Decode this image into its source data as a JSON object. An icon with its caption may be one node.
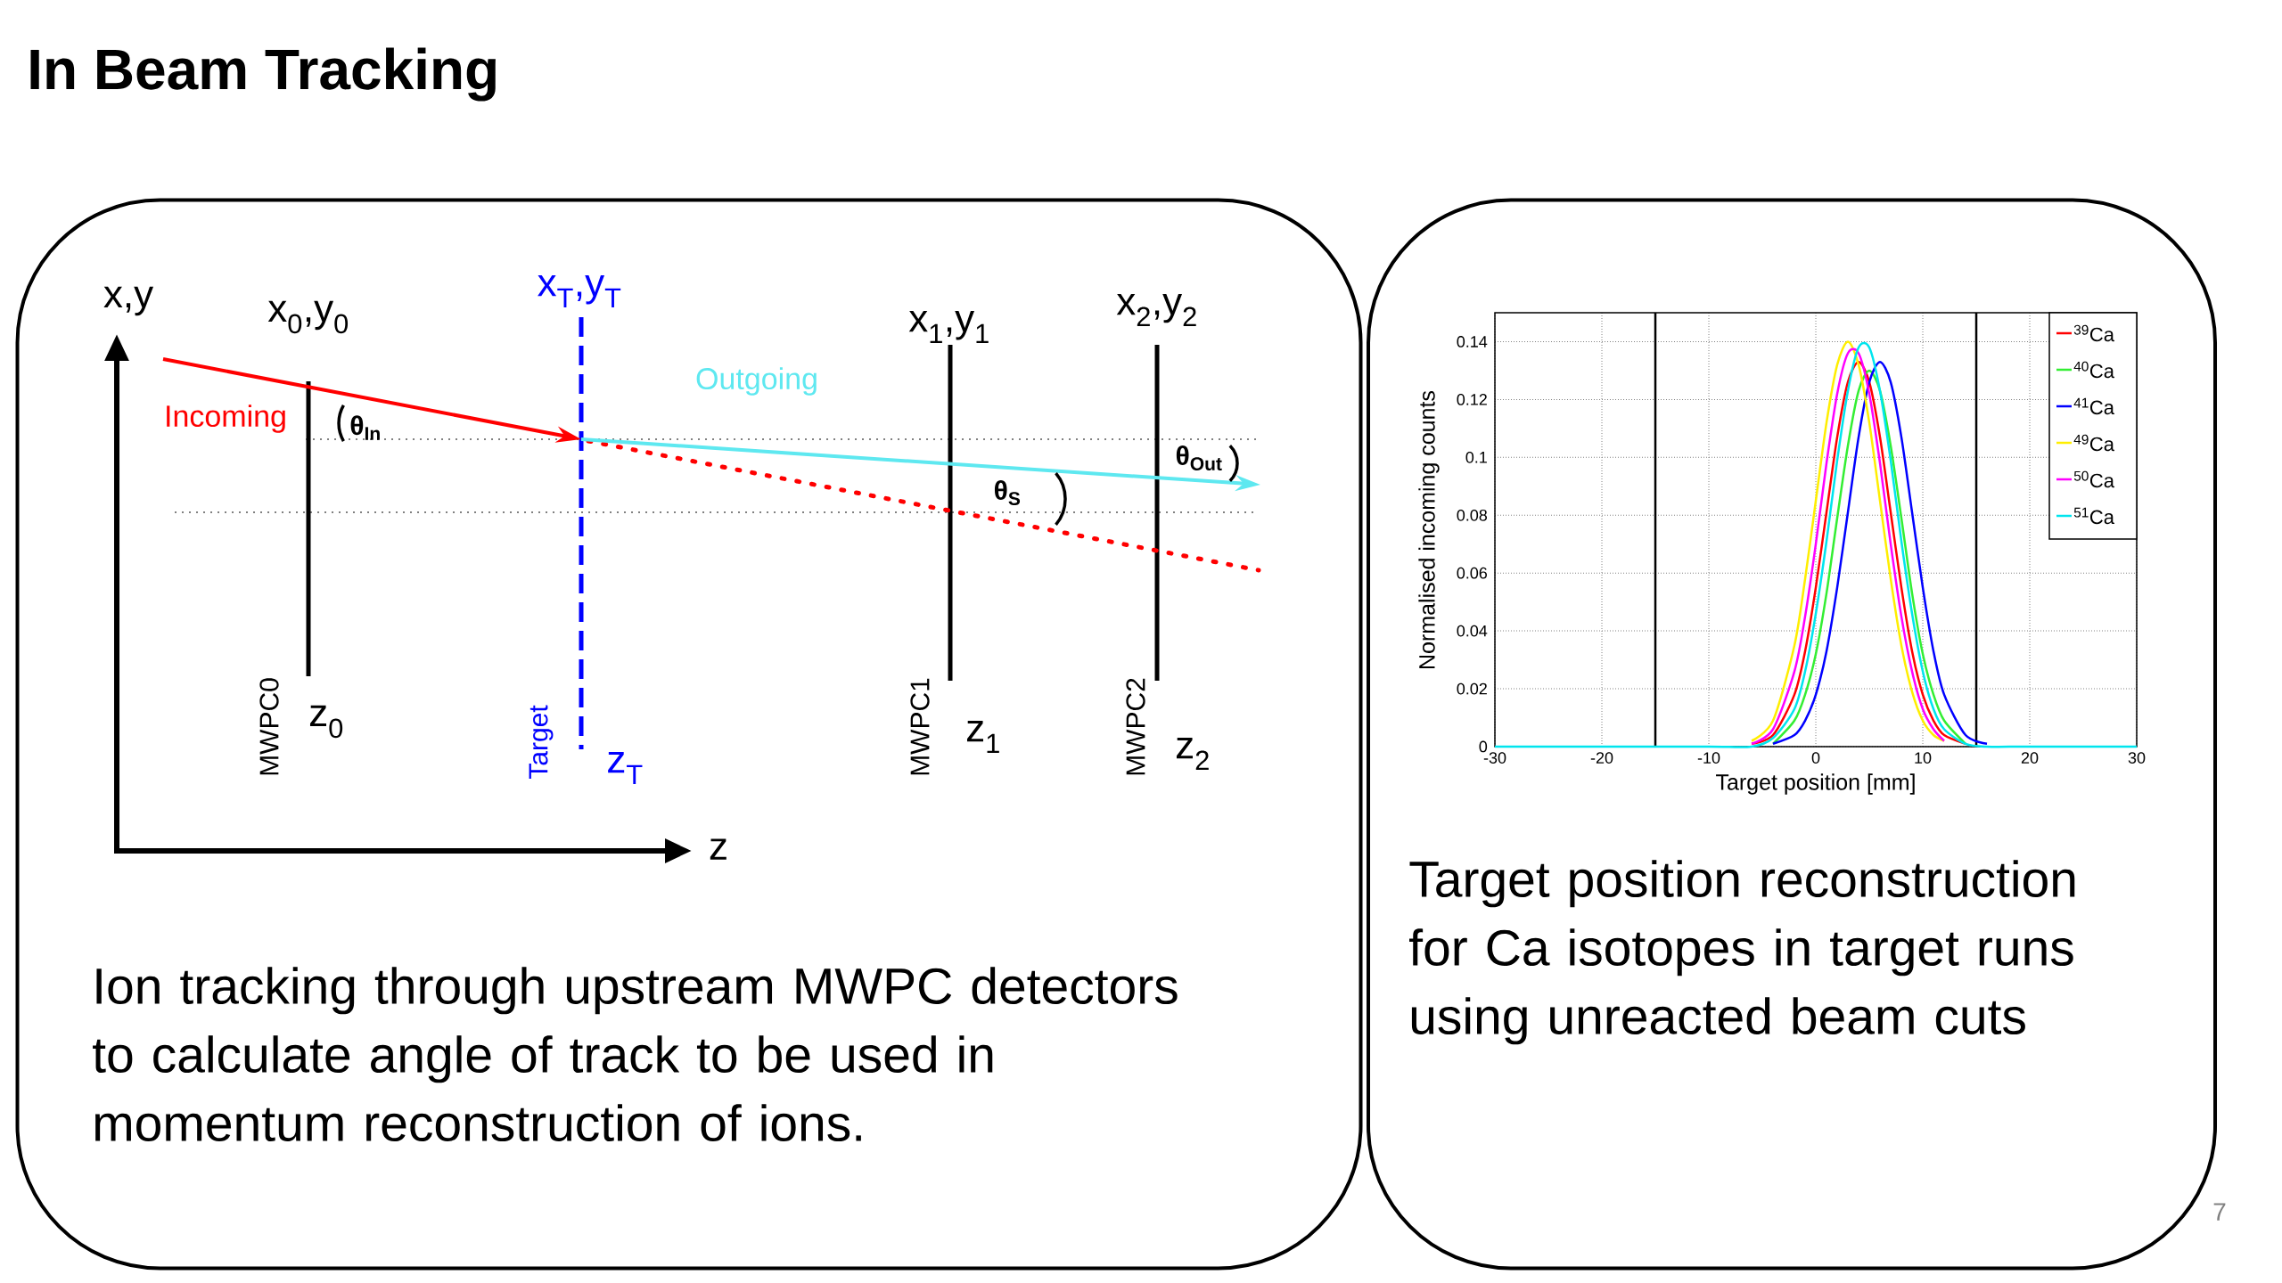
{
  "diagram": {
    "title": "In Beam Tracking",
    "nodes": [
      {
        "text": [
          "Ion tracking through upstream MWPC detectors to calculate angle of track to be used in momentum reconstruction of ions."
        ]
      },
      {
        "text": [
          "Target position reconstruction for Ca isotopes in target runs using unreacted beam cuts"
        ]
      }
    ],
    "labels": [
      "x,y",
      "x$_{0}$,y$_{0}$",
      "x$_{T}$,y$_{T}$",
      "x$_{1}$,y$_{1}$",
      "x$_{2}$,y$_{2}$",
      "Incoming",
      "Outgoing",
      "θ$_{In}$",
      "θ$_{Out}$",
      "θ$_{S}$",
      "MWPC0",
      "z$_{0}$",
      "Target",
      "z$_{T}$",
      "MWPC1",
      "z$_{1}$",
      "MWPC2",
      "z$_{2}$",
      "z",
      "7"
    ],
    "chart_data": {
      "type": "line",
      "xlabel": "Target position [mm]",
      "ylabel": "Normalised incoming counts",
      "x": [
        -30,
        -20,
        -10,
        -6,
        -4,
        -2,
        -1,
        0,
        1,
        2,
        3,
        4,
        5,
        6,
        7,
        8,
        9,
        10,
        11,
        12,
        14,
        16,
        20,
        30
      ],
      "series": [
        {
          "name": "$^{39}$Ca",
          "color": "#ff0000",
          "values": [
            null,
            null,
            null,
            0.001,
            0.004,
            0.018,
            0.033,
            0.055,
            0.081,
            0.107,
            0.126,
            0.133,
            0.126,
            0.107,
            0.081,
            0.055,
            0.033,
            0.018,
            0.009,
            0.004,
            0.001,
            null,
            null,
            null
          ]
        },
        {
          "name": "$^{40}$Ca",
          "color": "#33ee33",
          "values": [
            null,
            null,
            null,
            null,
            0.001,
            0.009,
            0.018,
            0.032,
            0.053,
            0.079,
            0.104,
            0.123,
            0.13,
            0.123,
            0.104,
            0.079,
            0.053,
            0.032,
            0.018,
            0.009,
            0.001,
            null,
            null,
            null
          ]
        },
        {
          "name": "$^{41}$Ca",
          "color": "#0000ff",
          "values": [
            null,
            null,
            null,
            null,
            0.001,
            0.004,
            0.009,
            0.018,
            0.033,
            0.055,
            0.081,
            0.107,
            0.126,
            0.133,
            0.126,
            0.107,
            0.081,
            0.055,
            0.033,
            0.018,
            0.004,
            0.001,
            null,
            null
          ]
        },
        {
          "name": "$^{49}$Ca",
          "color": "#ffee00",
          "values": [
            null,
            null,
            null,
            0.002,
            0.009,
            0.035,
            0.058,
            0.085,
            0.112,
            0.132,
            0.14,
            0.132,
            0.112,
            0.085,
            0.058,
            0.035,
            0.019,
            0.009,
            0.004,
            0.002,
            null,
            null,
            null,
            null
          ]
        },
        {
          "name": "$^{50}$Ca",
          "color": "#ff00ff",
          "values": [
            null,
            null,
            null,
            0.001,
            0.006,
            0.026,
            0.045,
            0.07,
            0.098,
            0.122,
            0.136,
            0.136,
            0.122,
            0.098,
            0.07,
            0.045,
            0.026,
            0.013,
            0.006,
            0.002,
            null,
            null,
            null,
            null
          ]
        },
        {
          "name": "$^{51}$Ca",
          "color": "#00e5ee",
          "values": [
            0,
            0,
            0,
            0,
            0.003,
            0.013,
            0.026,
            0.046,
            0.071,
            0.099,
            0.123,
            0.138,
            0.138,
            0.123,
            0.099,
            0.071,
            0.046,
            0.026,
            0.013,
            0.006,
            0.001,
            0,
            0,
            0
          ]
        }
      ],
      "xlim": [
        -30,
        30
      ],
      "ylim": [
        0,
        0.15
      ],
      "xticks": [
        -30,
        -20,
        -10,
        0,
        10,
        20,
        30
      ],
      "yticks": [
        0,
        0.02,
        0.04,
        0.06,
        0.08,
        0.1,
        0.12,
        0.14
      ],
      "grid": true,
      "legend": "upper right",
      "ref_lines": [
        {
          "axis": "x",
          "value": -15
        },
        {
          "axis": "x",
          "value": 15
        }
      ]
    }
  }
}
